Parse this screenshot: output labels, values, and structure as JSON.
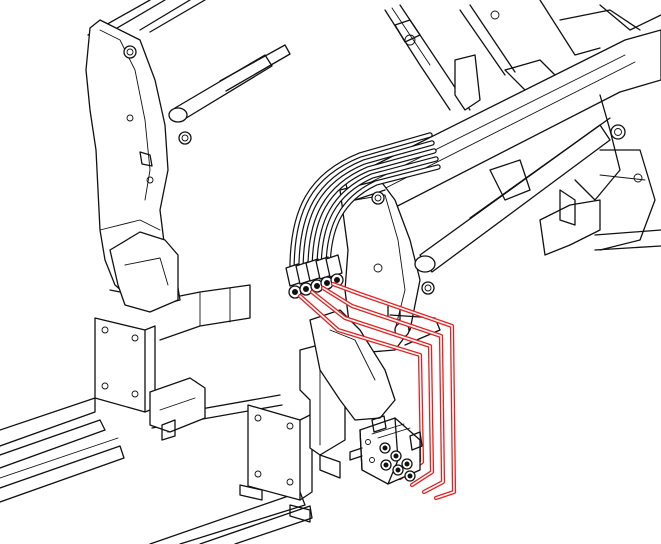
{
  "colors": {
    "line": "#111111",
    "background": "#ffffff",
    "hydraulic_hose_highlight": "#e02222"
  },
  "components": [
    {
      "name": "left-loader-arm"
    },
    {
      "name": "right-loader-arm"
    },
    {
      "name": "hydraulic-hose-bundle"
    },
    {
      "name": "control-valve-block"
    },
    {
      "name": "highlighted-hydraulic-lines"
    },
    {
      "name": "mounting-frame"
    }
  ]
}
